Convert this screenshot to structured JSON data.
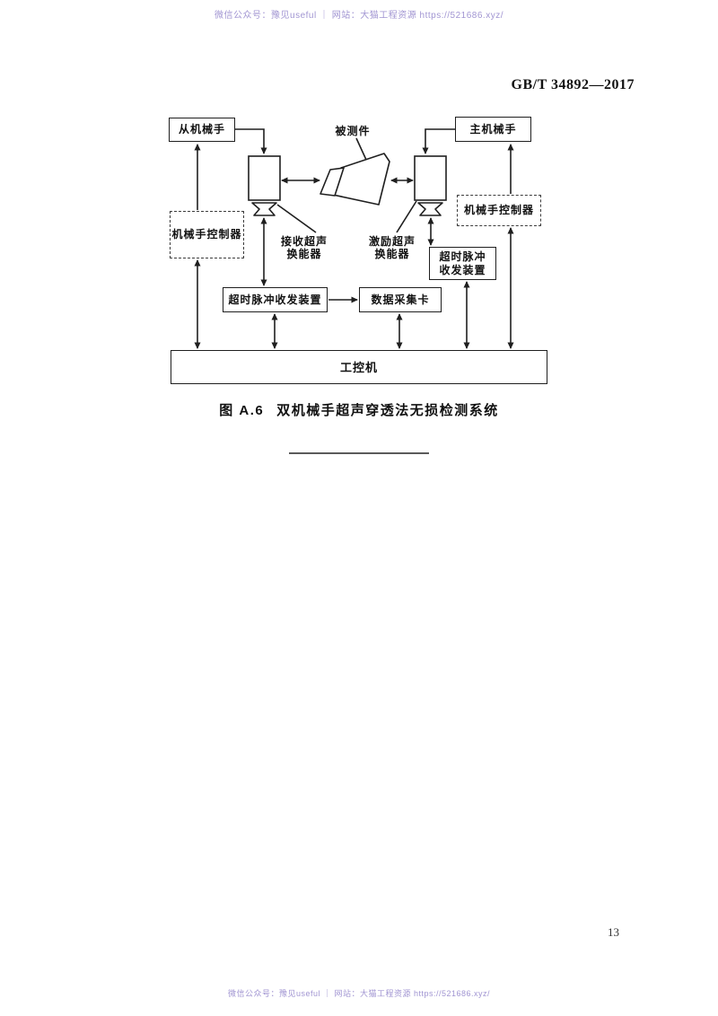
{
  "watermark": {
    "top": "微信公众号：豫见useful ｜ 网站：大猫工程资源 https://521686.xyz/",
    "bottom": "微信公众号：豫见useful ｜ 网站：大猫工程资源 https://521686.xyz/",
    "color": "#a195d2"
  },
  "header": {
    "standard_no": "GB/T 34892—2017"
  },
  "diagram": {
    "slave_manipulator": "从机械手",
    "master_manipulator": "主机械手",
    "test_piece_label": "被测件",
    "left_controller": "机械手控制器",
    "right_controller": "机械手控制器",
    "receive_transducer_line1": "接收超声",
    "receive_transducer_line2": "换能器",
    "excite_transducer_line1": "激励超声",
    "excite_transducer_line2": "换能器",
    "pulse_transceiver_left": "超时脉冲收发装置",
    "pulse_transceiver_right_line1": "超时脉冲",
    "pulse_transceiver_right_line2": "收发装置",
    "daq_card": "数据采集卡",
    "industrial_pc": "工控机",
    "line_color": "#1f1f1f"
  },
  "caption": {
    "label": "图 A.6",
    "title": "双机械手超声穿透法无损检测系统"
  },
  "page_number": "13"
}
